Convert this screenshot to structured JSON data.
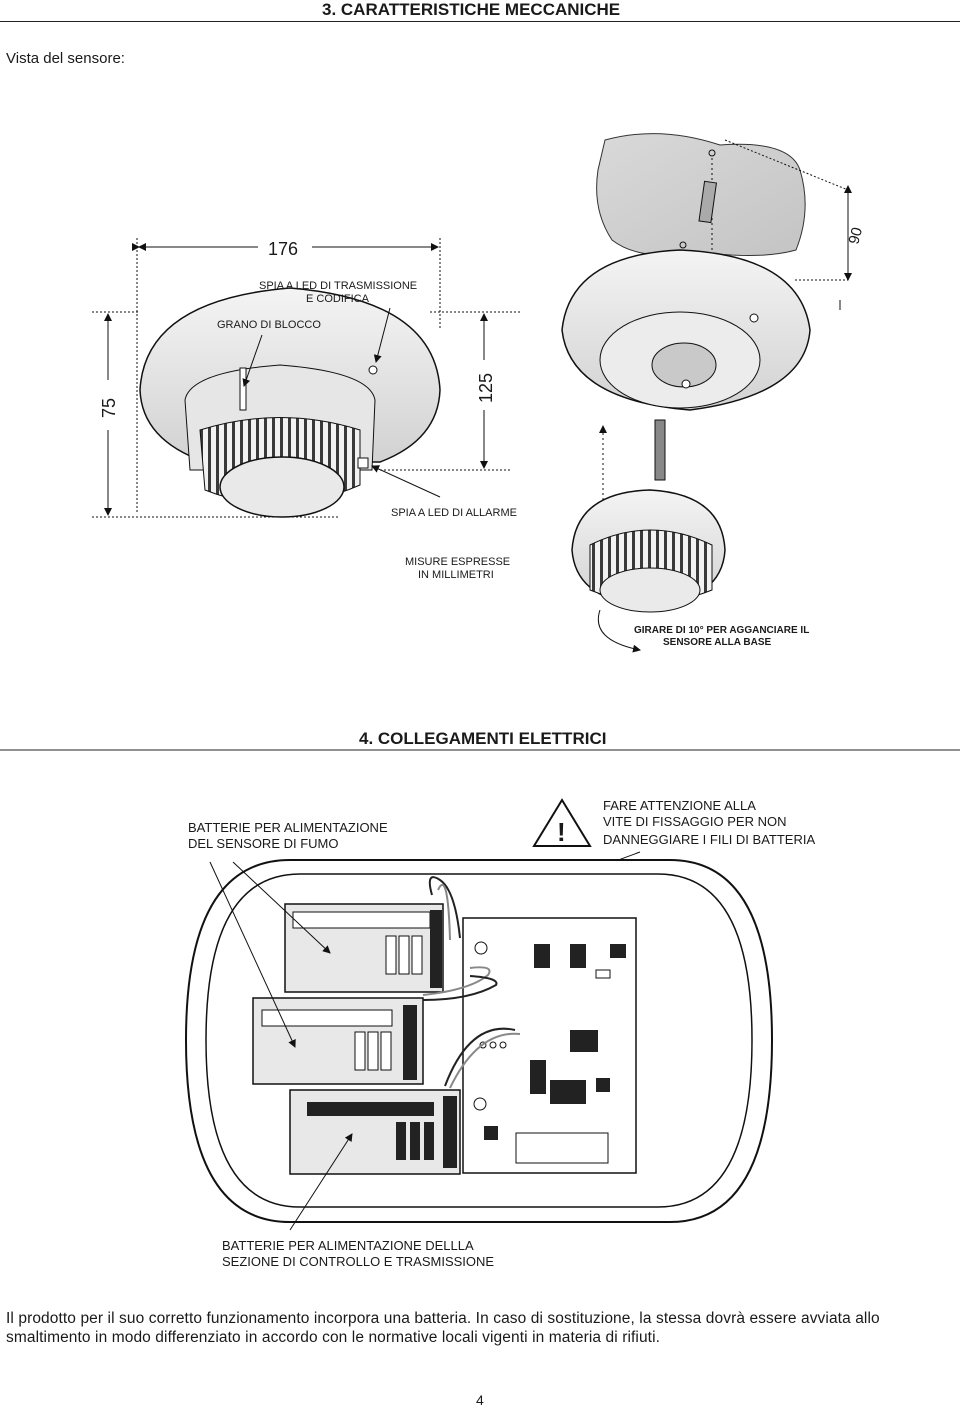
{
  "section3": {
    "title": "3. CARATTERISTICHE MECCANICHE"
  },
  "intro": "Vista del sensore:",
  "fig1": {
    "dim_width": "176",
    "dim_height": "75",
    "dim_base_height": "125",
    "dim_angle": "90",
    "label_led_tx_line1": "SPIA A LED DI TRASMISSIONE",
    "label_led_tx_line2": "E CODIFICA",
    "label_lock": "GRANO DI BLOCCO",
    "label_led_alarm": "SPIA A LED DI ALLARME",
    "label_units_line1": "MISURE ESPRESSE",
    "label_units_line2": "IN MILLIMETRI",
    "label_rotate_line1": "GIRARE DI 10° PER AGGANCIARE IL",
    "label_rotate_line2": "SENSORE ALLA BASE"
  },
  "section4": {
    "title": "4. COLLEGAMENTI ELETTRICI"
  },
  "fig2": {
    "label_batt_sensor_line1": "BATTERIE PER ALIMENTAZIONE",
    "label_batt_sensor_line2": "DEL SENSORE DI FUMO",
    "label_warning_line1": "FARE ATTENZIONE ALLA",
    "label_warning_line2": "VITE DI FISSAGGIO PER NON",
    "label_warning_line3": "DANNEGGIARE I FILI DI BATTERIA",
    "label_batt_control_line1": "BATTERIE PER ALIMENTAZIONE DELLLA",
    "label_batt_control_line2": "SEZIONE DI CONTROLLO E TRASMISSIONE"
  },
  "note": "Il prodotto per il suo corretto funzionamento incorpora una batteria. In caso di sostituzione, la stessa dovrà essere avviata allo smaltimento in modo differenziato in accordo con le normative locali vigenti in materia di rifiuti.",
  "page_number": "4"
}
